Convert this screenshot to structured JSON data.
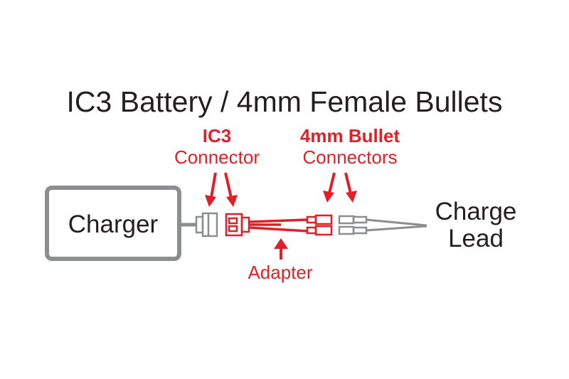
{
  "title": "IC3 Battery / 4mm Female Bullets",
  "charger": {
    "label": "Charger"
  },
  "ic3": {
    "line1": "IC3",
    "line2": "Connector"
  },
  "bullet": {
    "line1": "4mm Bullet",
    "line2": "Connectors"
  },
  "adapter": {
    "label": "Adapter"
  },
  "charge_lead": {
    "line1": "Charge",
    "line2": "Lead"
  },
  "colors": {
    "accent": "#e21f26",
    "gray": "#8d8e90",
    "text": "#231f20"
  }
}
